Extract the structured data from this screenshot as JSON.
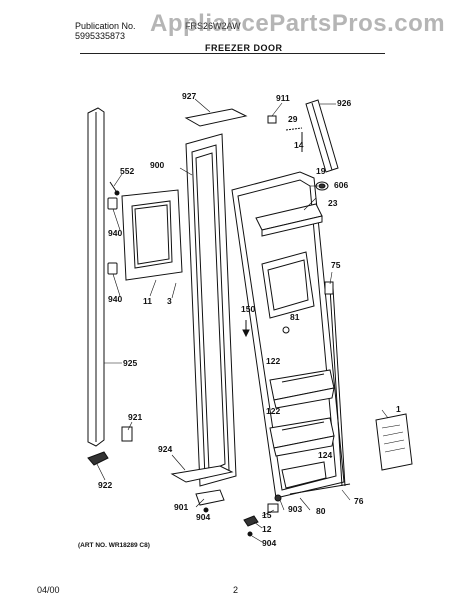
{
  "header": {
    "publication_label": "Publication No.",
    "publication_number": "5995335873",
    "model_number": "FRS26W2AW",
    "watermark": "AppliancePartsPros.com",
    "section_title": "FREEZER DOOR"
  },
  "diagram": {
    "callouts": [
      "927",
      "911",
      "926",
      "29",
      "14",
      "19",
      "606",
      "23",
      "552",
      "900",
      "940",
      "940",
      "11",
      "3",
      "75",
      "150",
      "81",
      "122",
      "122",
      "124",
      "1",
      "925",
      "921",
      "924",
      "922",
      "901",
      "904",
      "15",
      "903",
      "80",
      "76",
      "12",
      "904"
    ],
    "art_number": "(ART NO. WR18289 C8)"
  },
  "footer": {
    "date": "04/00",
    "page": "2"
  }
}
